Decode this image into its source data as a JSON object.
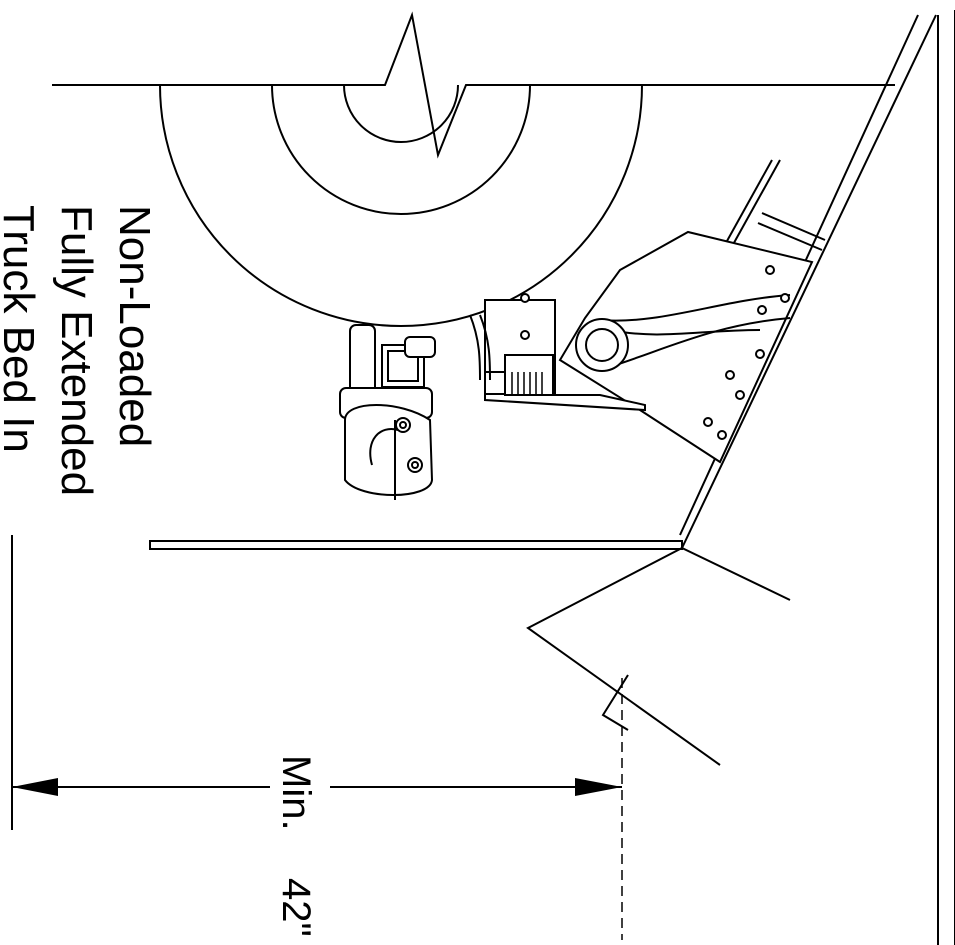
{
  "labels": {
    "line1": "Non-Loaded",
    "line2": "Fully Extended",
    "line3": "Truck Bed In"
  },
  "dimension": {
    "prefix": "Min.",
    "value": "42\""
  }
}
